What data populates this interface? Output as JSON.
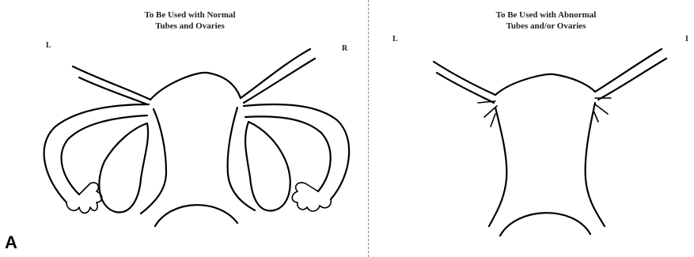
{
  "left_panel": {
    "title_line1": "To Be Used with Normal",
    "title_line2": "Tubes and Ovaries",
    "side_left": "L",
    "side_right": "R"
  },
  "right_panel": {
    "title_line1": "To Be Used with Abnormal",
    "title_line2": "Tubes and/or Ovaries",
    "side_left": "L",
    "side_right": "I"
  },
  "figure_label": "A"
}
